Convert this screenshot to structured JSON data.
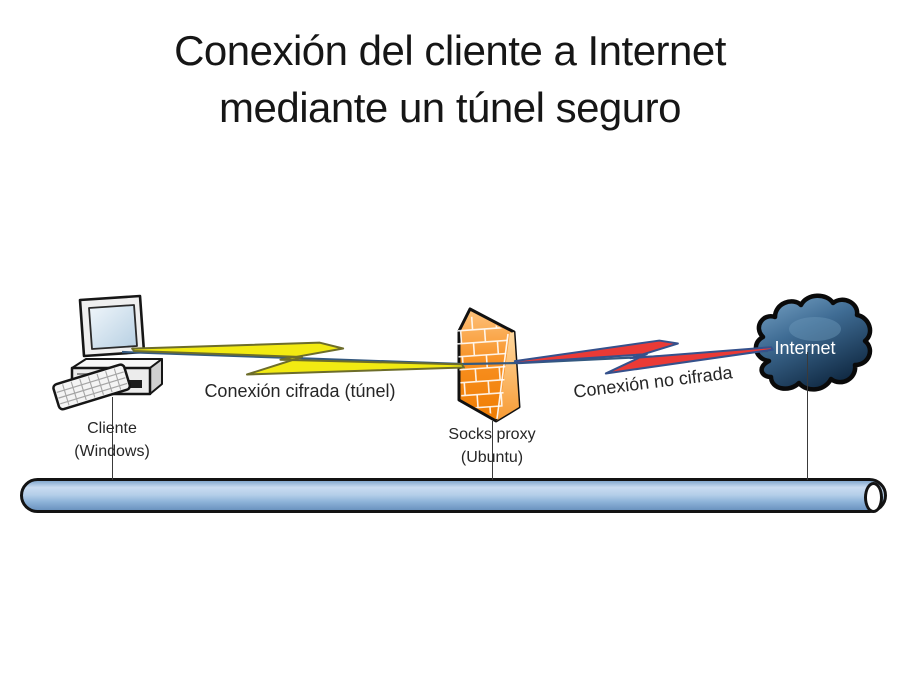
{
  "title": {
    "line1": "Conexión del cliente a Internet",
    "line2": "mediante un túnel seguro"
  },
  "diagram": {
    "client": {
      "label": "Cliente",
      "sublabel": "(Windows)",
      "icon": "desktop-computer-icon"
    },
    "proxy": {
      "label": "Socks proxy",
      "sublabel": "(Ubuntu)",
      "icon": "firewall-brick-wall-icon"
    },
    "internet": {
      "label": "Internet",
      "icon": "internet-cloud-icon"
    },
    "encrypted_link": {
      "label": "Conexión cifrada (túnel)",
      "bolt_color": "#f2ea12",
      "bolt_outline_color": "#6d6d2a"
    },
    "unencrypted_link": {
      "label": "Conexión no cifrada",
      "bolt_color": "#ea3a36",
      "bolt_outline_color": "#35518c"
    },
    "colors": {
      "straight_link_line": "#34597f",
      "pipe_fill": "#a9c6e6",
      "firewall_orange": "#f78e1e",
      "cloud_blue": "#3f6c94",
      "text": "#262626"
    }
  }
}
